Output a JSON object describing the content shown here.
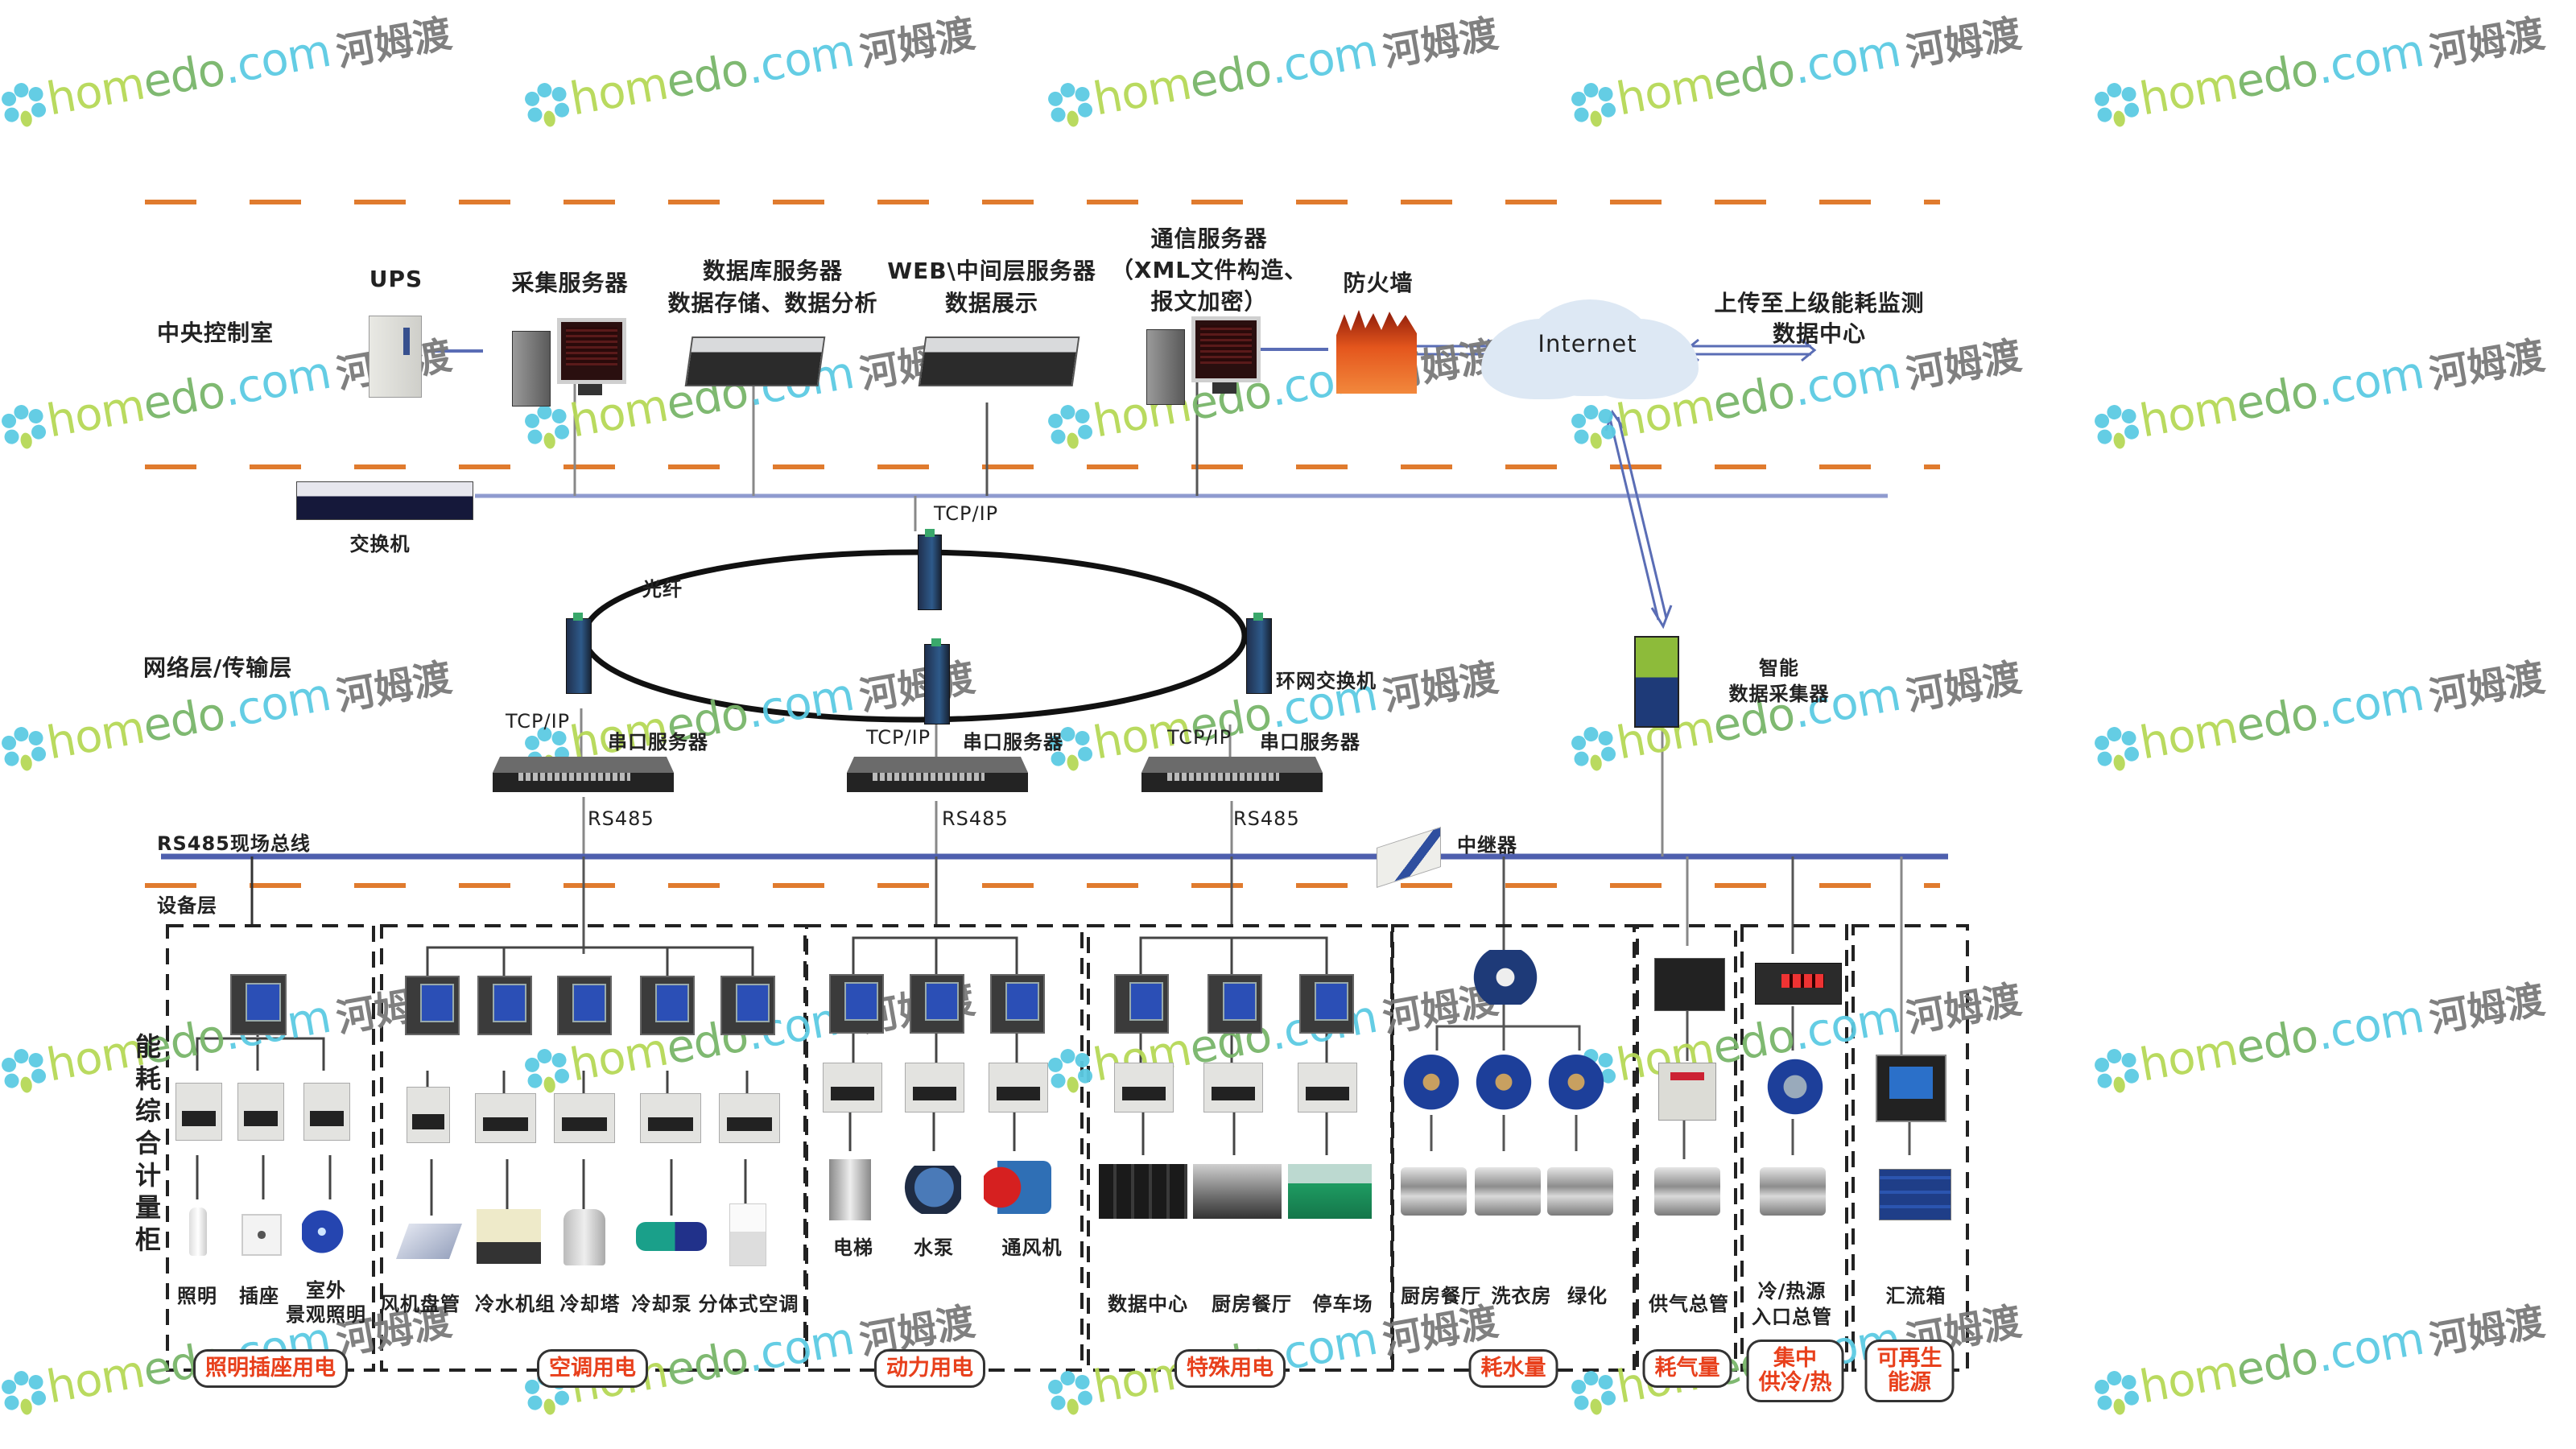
{
  "watermark": {
    "brand_home": "hom",
    "brand_edo": "edo",
    "brand_com": ".com",
    "brand_cn": "河姆渡"
  },
  "layers": {
    "central_control": "中央控制室",
    "network_transport": "网络层/传输层",
    "rs485_bus": "RS485现场总线",
    "device_layer": "设备层",
    "metering_cabinet": "能耗综合计量柜"
  },
  "central": {
    "ups": "UPS",
    "collection_server": "采集服务器",
    "db_server_line1": "数据库服务器",
    "db_server_line2": "数据存储、数据分析",
    "web_server_line1": "WEB\\中间层服务器",
    "web_server_line2": "数据展示",
    "comm_server_line1": "通信服务器",
    "comm_server_line2": "（XML文件构造、",
    "comm_server_line3": "报文加密）",
    "firewall": "防火墙",
    "internet": "Internet",
    "upload_line1": "上传至上级能耗监测",
    "upload_line2": "数据中心",
    "switch": "交换机"
  },
  "network": {
    "tcpip_top": "TCP/IP",
    "fiber": "光纤",
    "ring_switch": "环网交换机",
    "tcpip_left": "TCP/IP",
    "tcpip_mid": "TCP/IP",
    "tcpip_right": "TCP/IP",
    "serial_server_left": "串口服务器",
    "serial_server_mid": "串口服务器",
    "serial_server_right": "串口服务器",
    "rs485_left": "RS485",
    "rs485_mid": "RS485",
    "rs485_right": "RS485",
    "repeater": "中继器",
    "smart_collector_line1": "智能",
    "smart_collector_line2": "数据采集器"
  },
  "groups": [
    {
      "category": "照明插座用电",
      "loads": [
        "照明",
        "插座",
        "室外\n景观照明"
      ]
    },
    {
      "category": "空调用电",
      "loads": [
        "风机盘管",
        "冷水机组",
        "冷却塔",
        "冷却泵",
        "分体式空调"
      ]
    },
    {
      "category": "动力用电",
      "loads": [
        "电梯",
        "水泵",
        "通风机"
      ]
    },
    {
      "category": "特殊用电",
      "loads": [
        "数据中心",
        "厨房餐厅",
        "停车场"
      ]
    },
    {
      "category": "耗水量",
      "loads": [
        "厨房餐厅",
        "洗衣房",
        "绿化"
      ]
    },
    {
      "category": "耗气量",
      "loads": [
        "供气总管"
      ]
    },
    {
      "category": "集中\n供冷/热",
      "loads": [
        "冷/热源\n入口总管"
      ]
    },
    {
      "category": "可再生\n能源",
      "loads": [
        "汇流箱"
      ]
    }
  ],
  "colors": {
    "layer_divider": "#e07b2e",
    "network_bus": "#5a6db5",
    "category_text": "#e8401c",
    "fiber_ring": "#111111"
  }
}
